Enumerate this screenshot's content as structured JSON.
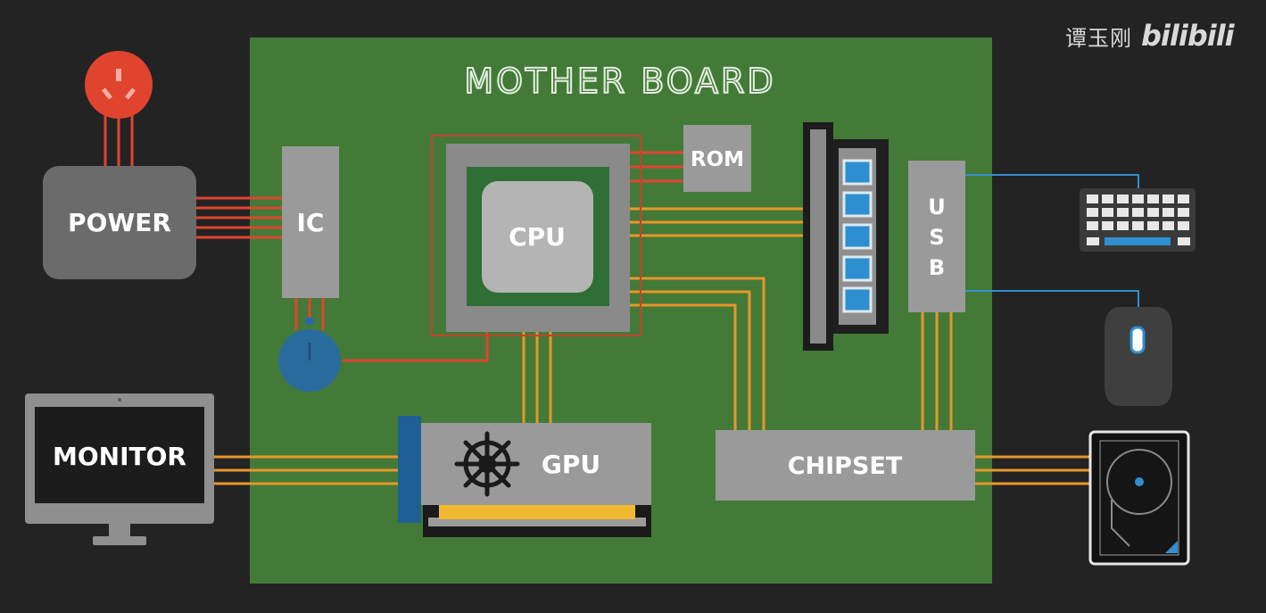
{
  "board": {
    "title": "MOTHER BOARD"
  },
  "components": {
    "power": "POWER",
    "ic": "IC",
    "cpu": "CPU",
    "rom": "ROM",
    "usb": "USB",
    "gpu": "GPU",
    "chipset": "CHIPSET",
    "monitor": "MONITOR"
  },
  "watermark": {
    "author": "谭玉刚",
    "logo": "bilibili"
  },
  "colors": {
    "background": "#232323",
    "board": "#437a38",
    "chip_gray": "#8f8f8f",
    "power_wire": "#e0442f",
    "data_wire": "#e8962a",
    "usb_wire": "#2f8fd0",
    "ram_cell": "#2d8fd0",
    "gpu_contacts": "#f0b930",
    "clock": "#2a6b9e"
  },
  "icons": [
    "power-plug-icon",
    "clock-icon",
    "ship-wheel-fan-icon",
    "keyboard-icon",
    "mouse-icon",
    "hard-drive-icon",
    "monitor-icon"
  ]
}
